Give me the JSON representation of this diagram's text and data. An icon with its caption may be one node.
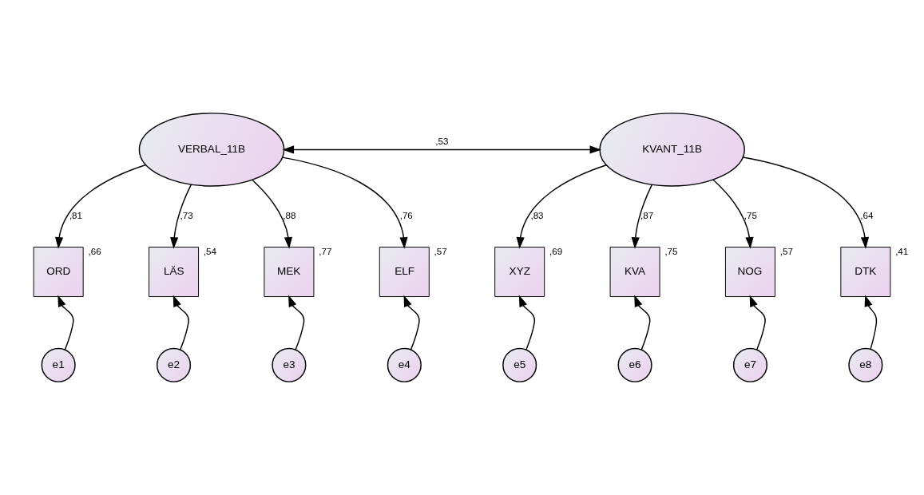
{
  "diagram": {
    "nodes": [
      {
        "text": [
          "VERBAL_11B"
        ]
      },
      {
        "text": [
          "KVANT_11B"
        ]
      },
      {
        "text": [
          "ORD"
        ],
        "beside": [
          ",66"
        ]
      },
      {
        "text": [
          "LÄS"
        ],
        "beside": [
          ",54"
        ]
      },
      {
        "text": [
          "MEK"
        ],
        "beside": [
          ",77"
        ]
      },
      {
        "text": [
          "ELF"
        ],
        "beside": [
          ",57"
        ]
      },
      {
        "text": [
          "XYZ"
        ],
        "beside": [
          ",69"
        ]
      },
      {
        "text": [
          "KVA"
        ],
        "beside": [
          ",75"
        ]
      },
      {
        "text": [
          "NOG"
        ],
        "beside": [
          ",57"
        ]
      },
      {
        "text": [
          "DTK"
        ],
        "beside": [
          ",41"
        ]
      },
      {
        "text": [
          "e1"
        ]
      },
      {
        "text": [
          "e2"
        ]
      },
      {
        "text": [
          "e3"
        ]
      },
      {
        "text": [
          "e4"
        ]
      },
      {
        "text": [
          "e5"
        ]
      },
      {
        "text": [
          "e6"
        ]
      },
      {
        "text": [
          "e7"
        ]
      },
      {
        "text": [
          "e8"
        ]
      }
    ],
    "edges": [
      {
        "from": 0,
        "to": 1,
        "arrow": "both",
        "label": ",53"
      },
      {
        "from": 0,
        "to": 2,
        "arrow": "to",
        "label": ",81"
      },
      {
        "from": 0,
        "to": 3,
        "arrow": "to",
        "label": ",73"
      },
      {
        "from": 0,
        "to": 4,
        "arrow": "to",
        "label": ",88"
      },
      {
        "from": 0,
        "to": 5,
        "arrow": "to",
        "label": ",76"
      },
      {
        "from": 1,
        "to": 6,
        "arrow": "to",
        "label": ",83"
      },
      {
        "from": 1,
        "to": 7,
        "arrow": "to",
        "label": ",87"
      },
      {
        "from": 1,
        "to": 8,
        "arrow": "to",
        "label": ",75"
      },
      {
        "from": 1,
        "to": 9,
        "arrow": "to",
        "label": ",64"
      },
      {
        "from": 10,
        "to": 2,
        "arrow": "to"
      },
      {
        "from": 11,
        "to": 3,
        "arrow": "to"
      },
      {
        "from": 12,
        "to": 4,
        "arrow": "to"
      },
      {
        "from": 13,
        "to": 5,
        "arrow": "to"
      },
      {
        "from": 14,
        "to": 6,
        "arrow": "to"
      },
      {
        "from": 15,
        "to": 7,
        "arrow": "to"
      },
      {
        "from": 16,
        "to": 8,
        "arrow": "to"
      },
      {
        "from": 17,
        "to": 9,
        "arrow": "to"
      }
    ]
  }
}
